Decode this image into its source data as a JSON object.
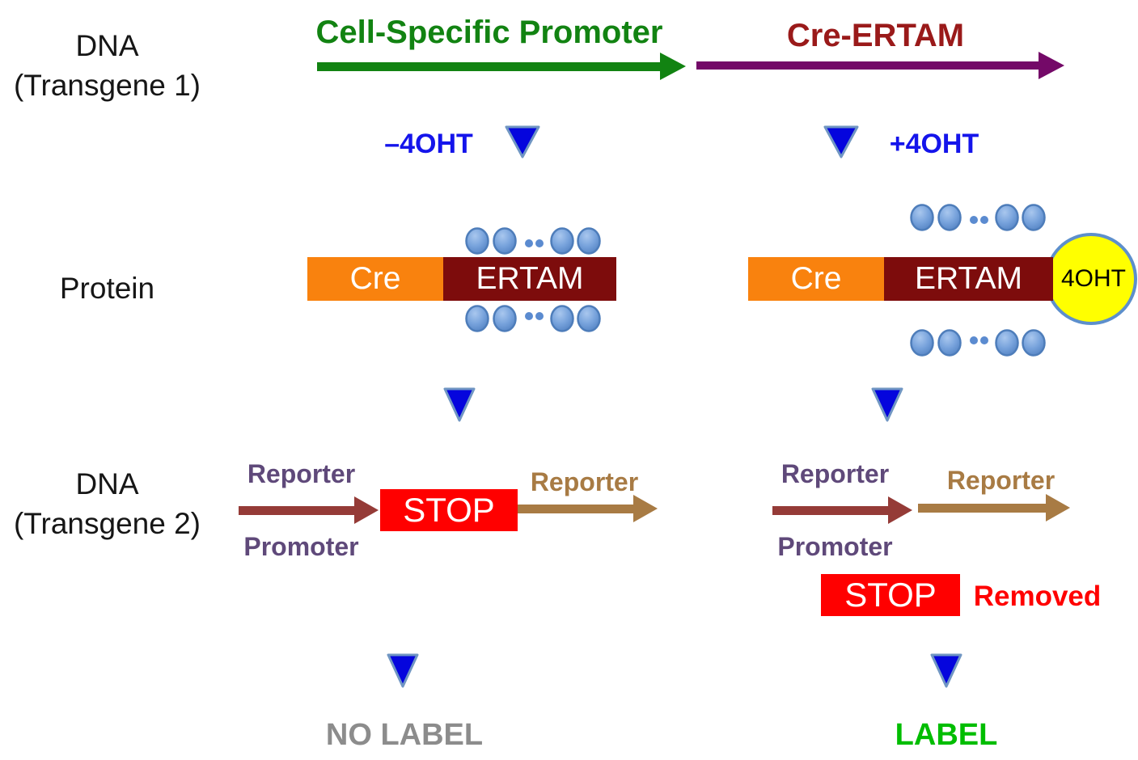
{
  "left_column": {
    "transgene1_label": [
      "DNA",
      "(Transgene 1)"
    ],
    "protein_label": "Protein",
    "transgene2_label": [
      "DNA",
      "(Transgene 2)"
    ]
  },
  "top": {
    "cell_specific_promoter": "Cell-Specific Promoter",
    "cre_ertam": "Cre-ERTAM"
  },
  "conditions": {
    "minus_4oht": "–4OHT",
    "plus_4oht": "+4OHT"
  },
  "protein_complex": {
    "left": {
      "cre": "Cre",
      "ertam": "ERTAM"
    },
    "right": {
      "cre": "Cre",
      "ertam": "ERTAM",
      "ligand_4oht": "4OHT"
    }
  },
  "transgene2": {
    "left": {
      "promoter_line1": "Reporter",
      "promoter_line2": "Promoter",
      "stop": "STOP",
      "reporter": "Reporter"
    },
    "right": {
      "promoter_line1": "Reporter",
      "promoter_line2": "Promoter",
      "reporter": "Reporter",
      "stop": "STOP",
      "removed": "Removed"
    }
  },
  "outcomes": {
    "no_label": "NO LABEL",
    "label": "LABEL"
  },
  "colors": {
    "promoter_green": "#128312",
    "cre_ertam_arrow_purple": "#740968",
    "cre_ertam_text_red": "#9a1a1a",
    "condition_blue_text": "#1414eb",
    "triangle_blue": "#0505dd",
    "cre_orange": "#f9820e",
    "ertam_dark_red": "#7d0c0c",
    "chaperone_blue": "#78a3dc",
    "ligand_yellow": "#ffff00",
    "reporter_promoter_purple": "#5f497a",
    "promoter_arrow_dark_red": "#953b37",
    "reporter_arrow_brown": "#a87b44",
    "stop_red": "#ff0000",
    "no_label_gray": "#8c8c8c",
    "label_green": "#00bd00"
  }
}
